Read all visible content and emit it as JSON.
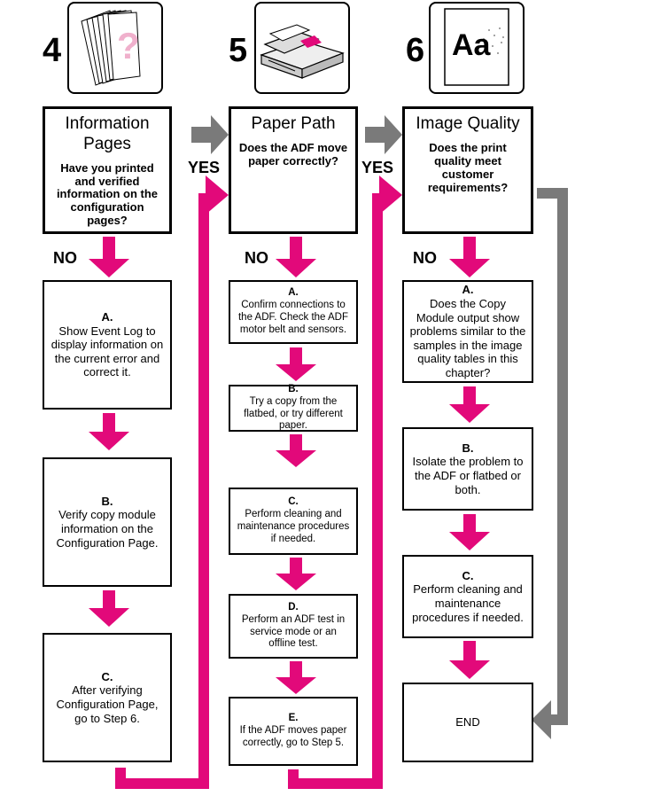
{
  "colors": {
    "accent": "#e2097a",
    "gray": "#7a7a7a",
    "line": "#000000"
  },
  "columns": [
    {
      "step": "4",
      "icon": "stacked-pages-question-icon",
      "title": "Information Pages",
      "question": "Have you printed and verified information on the configuration pages?",
      "no_label": "NO",
      "boxes": [
        {
          "label": "A.",
          "text": "Show Event Log to display information on the current error and correct it."
        },
        {
          "label": "B.",
          "text": "Verify copy module information on the Configuration Page."
        },
        {
          "label": "C.",
          "text": "After verifying Configuration Page, go to Step 6."
        }
      ]
    },
    {
      "step": "5",
      "icon": "scanner-adf-icon",
      "title": "Paper Path",
      "question": "Does the ADF move paper correctly?",
      "no_label": "NO",
      "yes_label": "YES",
      "boxes": [
        {
          "label": "A.",
          "text": "Confirm connections to the ADF. Check the ADF motor belt and sensors."
        },
        {
          "label": "B.",
          "text": "Try a copy from the flatbed, or try different paper."
        },
        {
          "label": "C.",
          "text": "Perform cleaning and maintenance procedures if needed."
        },
        {
          "label": "D.",
          "text": "Perform an ADF test in service mode or an offline test."
        },
        {
          "label": "E.",
          "text": "If the ADF moves paper correctly, go to Step 5."
        }
      ]
    },
    {
      "step": "6",
      "icon": "print-quality-sample-icon",
      "icon_text": "Aa",
      "title": "Image Quality",
      "question": "Does the print quality meet customer requirements?",
      "no_label": "NO",
      "yes_label": "YES",
      "boxes": [
        {
          "label": "A.",
          "text": "Does the Copy Module output show problems similar to the samples in the image quality tables in this chapter?"
        },
        {
          "label": "B.",
          "text": "Isolate the problem to the ADF or flatbed or both."
        },
        {
          "label": "C.",
          "text": "Perform cleaning and maintenance procedures if needed."
        }
      ],
      "end_label": "END"
    }
  ]
}
